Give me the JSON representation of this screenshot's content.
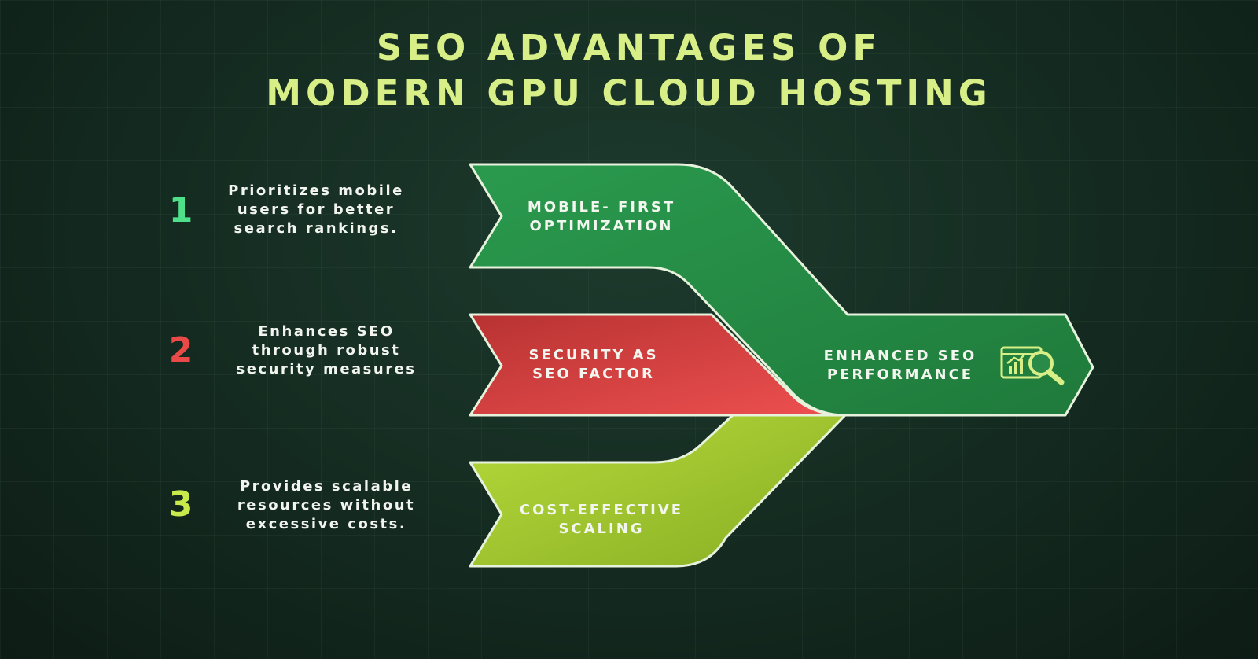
{
  "title": {
    "line1": "SEO ADVANTAGES OF",
    "line2": "MODERN GPU CLOUD HOSTING"
  },
  "steps": [
    {
      "number": "1",
      "number_color": "#4fe08a",
      "description": [
        "Prioritizes mobile",
        "users for better",
        "search rankings."
      ],
      "label": [
        "MOBILE- FIRST",
        "OPTIMIZATION"
      ],
      "arrow_color": "#2ea252"
    },
    {
      "number": "2",
      "number_color": "#ea4a47",
      "description": [
        "Enhances SEO",
        "through robust",
        "security measures"
      ],
      "label": [
        "SECURITY AS",
        "SEO FACTOR"
      ],
      "arrow_color": "#d63e3e"
    },
    {
      "number": "3",
      "number_color": "#c8ea4a",
      "description": [
        "Provides scalable",
        "resources without",
        "excessive costs."
      ],
      "label": [
        "COST-EFFECTIVE",
        "SCALING"
      ],
      "arrow_color": "#9cc22c"
    }
  ],
  "result": {
    "label": [
      "ENHANCED SEO",
      "PERFORMANCE"
    ],
    "icon": "seo-analytics-magnifier-icon",
    "arrow_color": "#2a8a47"
  }
}
